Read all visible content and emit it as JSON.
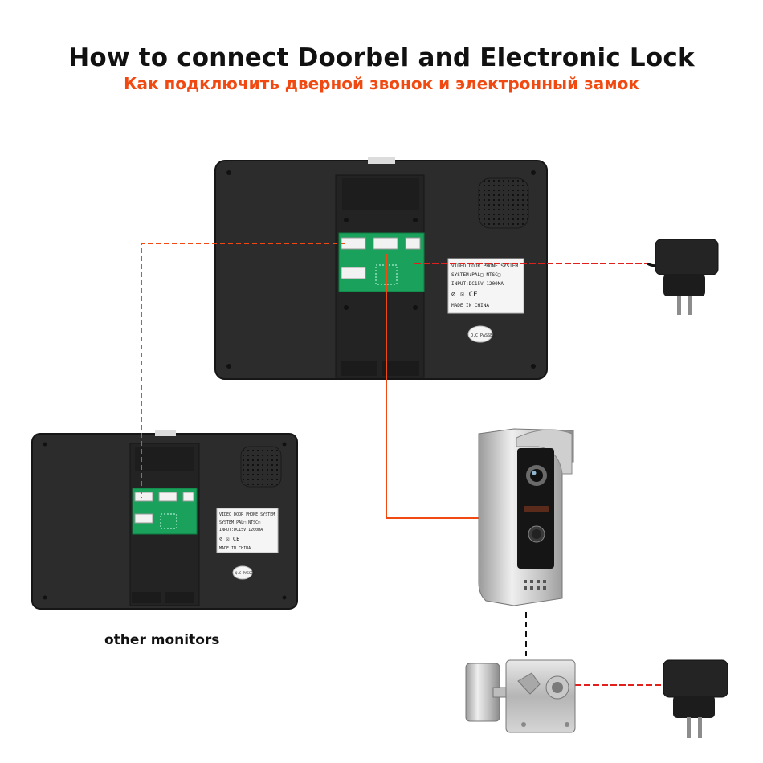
{
  "title_en": "How to connect Doorbel and Electronic Lock",
  "title_ru": "Как подключить дверной звонок и электронный замок",
  "caption_other_monitors": "other monitors",
  "monitor_label": {
    "line1": "VIDEO DOOR PHONE SYSTEM",
    "line2": "SYSTEM:PAL□   NTSC□",
    "line3": "INPUT:DC15V   1200MA",
    "line4": "MADE IN CHINA",
    "marks": "⊘ ☒ CE",
    "qc": "Q.C PASSED"
  },
  "colors": {
    "accent_orange": "#f04a12",
    "wire_red": "#e2201b",
    "monitor_body": "#2c2c2c",
    "pcb_green": "#1aa15b"
  },
  "icons": [
    "power-adapter-icon",
    "door-camera-icon",
    "electronic-lock-icon"
  ]
}
